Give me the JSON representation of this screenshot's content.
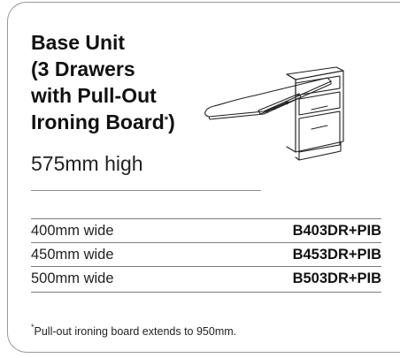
{
  "product": {
    "title_lines": [
      "Base Unit",
      "(3 Drawers",
      "with Pull-Out",
      "Ironing Board"
    ],
    "title_note_mark": "*",
    "title_close": ")",
    "height": "575mm high"
  },
  "sizes": [
    {
      "width": "400mm wide",
      "code": "B403DR+PIB"
    },
    {
      "width": "450mm wide",
      "code": "B453DR+PIB"
    },
    {
      "width": "500mm wide",
      "code": "B503DR+PIB"
    }
  ],
  "footnote": {
    "mark": "*",
    "text": "Pull-out ironing board extends to 950mm."
  },
  "illustration": {
    "icon": "base-unit-ironing-board-icon"
  }
}
